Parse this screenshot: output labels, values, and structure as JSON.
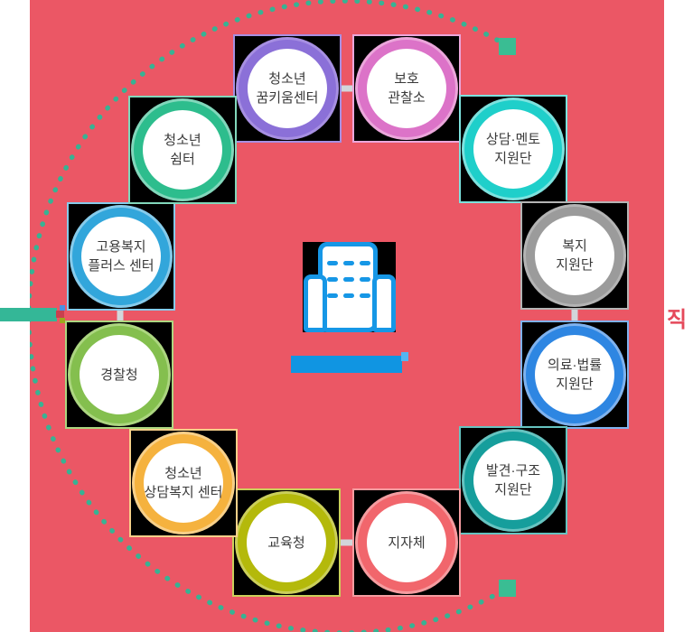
{
  "diagram": {
    "description_visible_text_only": true,
    "colors": {
      "background_outer": "#FFFFFF",
      "background_panel": "#EB5765",
      "center_icon_blue": "#1697E6",
      "center_bar_blue": "#1095E2",
      "dotted_arc_teal": "#38B293",
      "accent_square_teal": "#3ABD93",
      "connector_gray": "#D2D6DA",
      "node_backdrop": "#000000",
      "node_text": "#3A3A3A"
    },
    "side_labels": {
      "right_fragment": "직"
    },
    "nodes": [
      {
        "id": "youth-dream-center",
        "lines": [
          "청소년",
          "꿈키움센터"
        ],
        "ring": "#8B70D8",
        "ring_light": "#A78FE2"
      },
      {
        "id": "probation-office",
        "lines": [
          "보호",
          "관찰소"
        ],
        "ring": "#DC73C8",
        "ring_light": "#EBA6DB"
      },
      {
        "id": "counseling-mentor-team",
        "lines": [
          "상담·멘토",
          "지원단"
        ],
        "ring": "#1FCFCA",
        "ring_light": "#7DE2DE"
      },
      {
        "id": "welfare-team",
        "lines": [
          "복지",
          "지원단"
        ],
        "ring": "#9B9B9B",
        "ring_light": "#B4B4B4"
      },
      {
        "id": "medical-legal-team",
        "lines": [
          "의료·법률",
          "지원단"
        ],
        "ring": "#2E86E2",
        "ring_light": "#7FB2EE"
      },
      {
        "id": "discovery-rescue-team",
        "lines": [
          "발견·구조",
          "지원단"
        ],
        "ring": "#169E9C",
        "ring_light": "#66C3C0"
      },
      {
        "id": "local-government",
        "lines": [
          "지자체"
        ],
        "ring": "#F1666C",
        "ring_light": "#F59CA0"
      },
      {
        "id": "education-office",
        "lines": [
          "교육청"
        ],
        "ring": "#B4B90B",
        "ring_light": "#CBCF5A"
      },
      {
        "id": "youth-counseling-welfare-center",
        "lines": [
          "청소년",
          "상담복지 센터"
        ],
        "ring": "#F5B23E",
        "ring_light": "#F8D089"
      },
      {
        "id": "police-agency",
        "lines": [
          "경찰청"
        ],
        "ring": "#84BF4E",
        "ring_light": "#ACD680"
      },
      {
        "id": "employment-welfare-plus-center",
        "lines": [
          "고용복지",
          "플러스 센터"
        ],
        "ring": "#32A6DB",
        "ring_light": "#86CBEB"
      },
      {
        "id": "youth-shelter",
        "lines": [
          "청소년",
          "쉼터"
        ],
        "ring": "#2DBD8D",
        "ring_light": "#82D7BB"
      }
    ]
  }
}
